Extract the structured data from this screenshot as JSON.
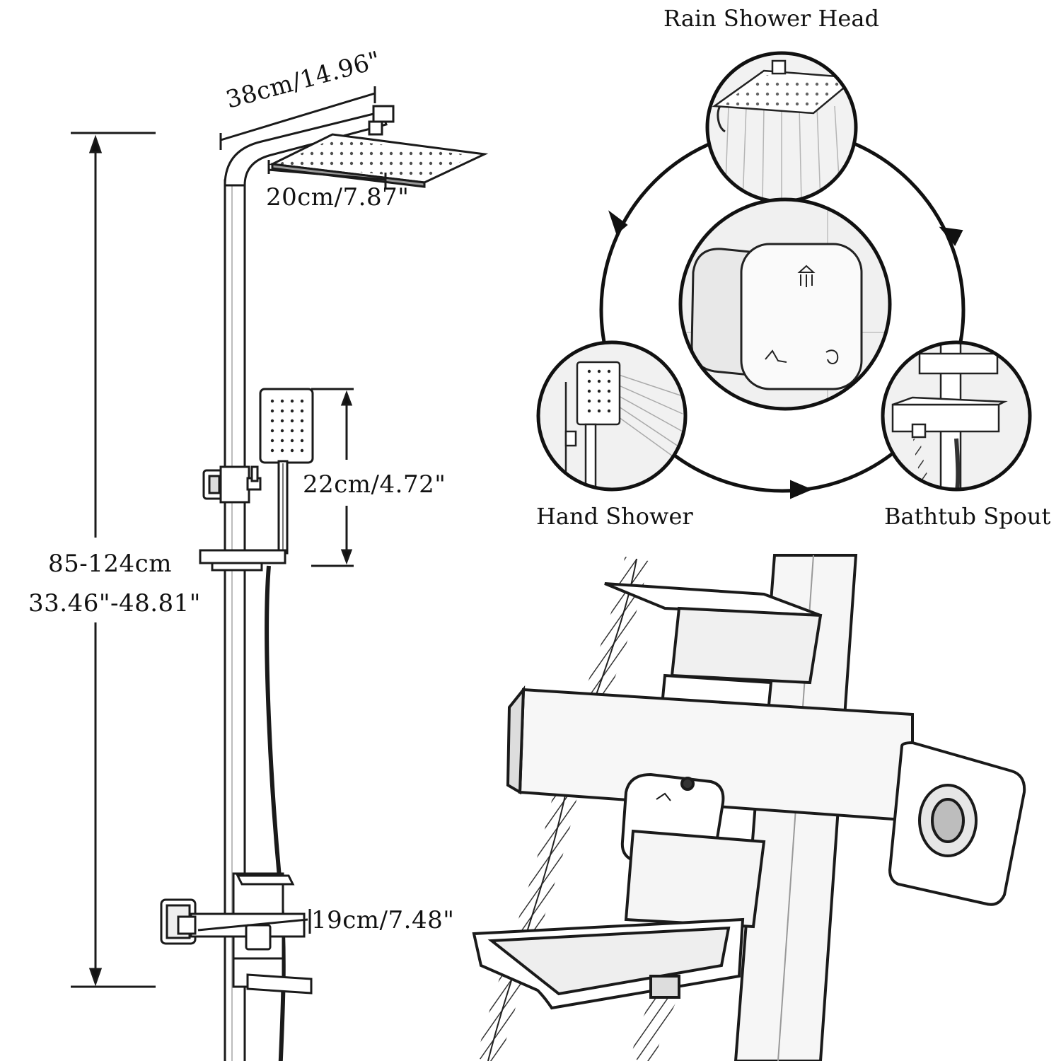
{
  "colors": {
    "ink": "#111111",
    "line": "#1a1a1a",
    "shade": "#8a8a8a",
    "light": "#d9d9d9",
    "background": "#ffffff"
  },
  "dimensions": {
    "arm_length": "38cm/14.96\"",
    "head_width": "20cm/7.87\"",
    "hand_shower_length": "22cm/4.72\"",
    "height_range_cm": "85-124cm",
    "height_range_in": "33.46\"-48.81\"",
    "spout_length": "19cm/7.48\""
  },
  "modes": {
    "top": "Rain Shower Head",
    "left": "Hand Shower",
    "right": "Bathtub Spout"
  },
  "icons": [
    "rain-shower-head-icon",
    "hand-shower-icon",
    "bathtub-spout-icon",
    "diverter-knob-icon",
    "cycle-arrow-icon"
  ]
}
